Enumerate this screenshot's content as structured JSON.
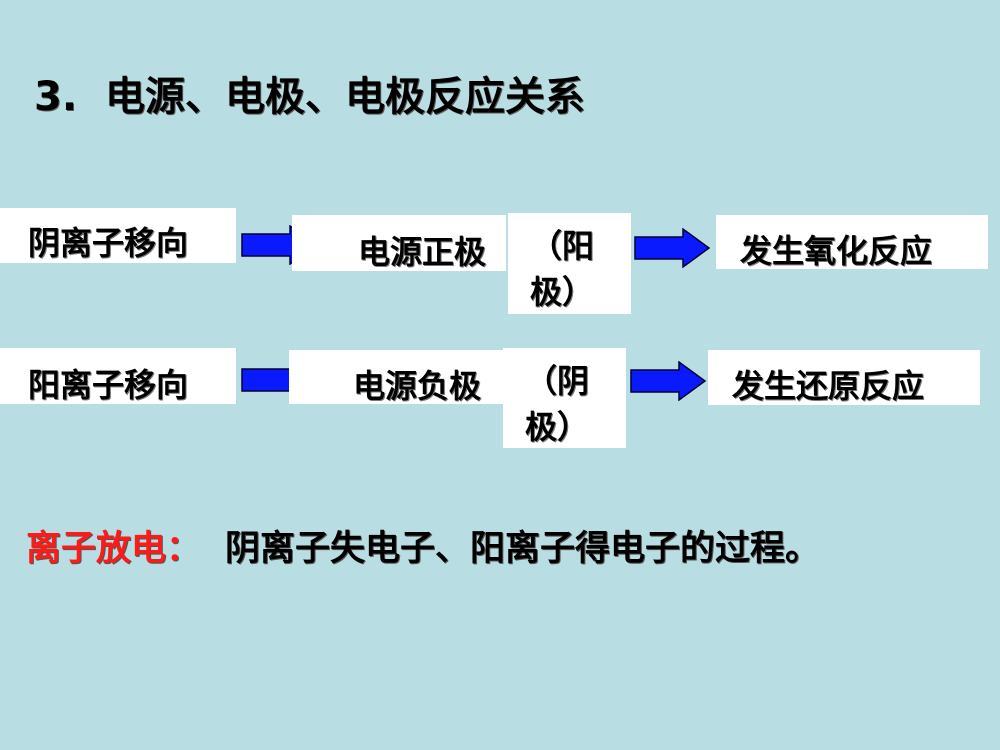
{
  "title": {
    "number": "3.",
    "text": "电源、电极、电极反应关系"
  },
  "rows": [
    {
      "ion_move": "阴离子移向",
      "electrode": "电源正极",
      "electrode_name": "（阳极）",
      "reaction": "发生氧化反应"
    },
    {
      "ion_move": "阳离子移向",
      "electrode": "电源负极",
      "electrode_name": "（阴极）",
      "reaction": "发生还原反应"
    }
  ],
  "footer": {
    "label": "离子放电：",
    "text": "阴离子失电子、阳离子得电子的过程。"
  },
  "colors": {
    "background": "#b8dde2",
    "arrow": "#0a1aff",
    "highlight": "#ff1a1a"
  }
}
